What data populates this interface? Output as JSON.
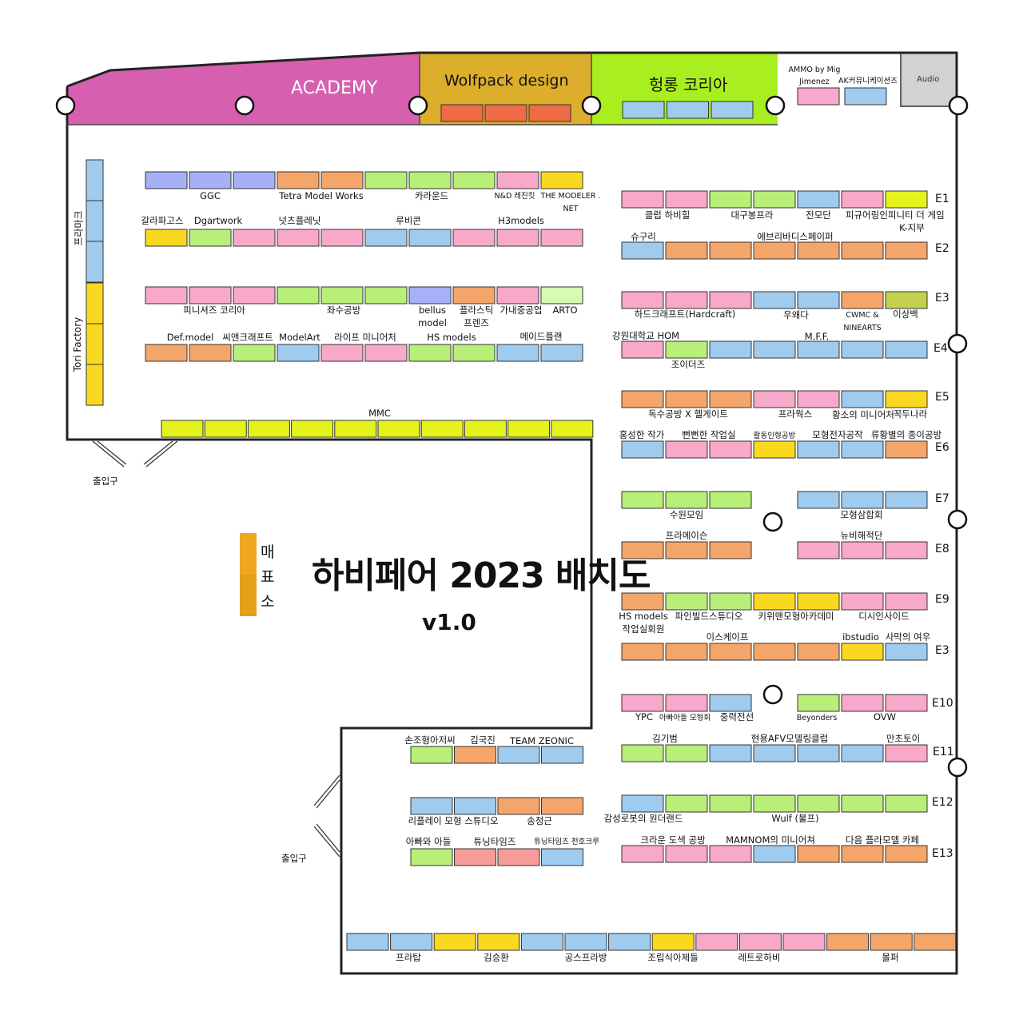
{
  "title": "하비페어 2023 배치도",
  "version": "v1.0",
  "ticket_office": [
    "매",
    "표",
    "소"
  ],
  "entrances": [
    "출입구",
    "출입구"
  ],
  "colors": {
    "blue": "#9fcbef",
    "orange": "#f4a66a",
    "pink": "#f8a8c8",
    "green": "#b8ef78",
    "yellow": "#fbd820",
    "lime": "#e5f21c",
    "periwinkle": "#a7b0f6",
    "salmon": "#f79a9a",
    "olive": "#c2d04e",
    "red": "#ee6b45",
    "pale_green": "#d6fbb0"
  },
  "top_zones": [
    {
      "name": "ACADEMY",
      "color": "#d65fb0"
    },
    {
      "name": "Wolfpack design",
      "color": "#dcae2c"
    },
    {
      "name": "헝롱 코리아",
      "color": "#a9ee1e"
    },
    {
      "name": "Audio",
      "color": "#d2d2d2"
    }
  ],
  "side_vendors": [
    "프라마크",
    "Tori Factory"
  ],
  "row_labels": [
    "E1",
    "E2",
    "E3",
    "E4",
    "E5",
    "E6",
    "E7",
    "E8",
    "E9",
    "E3",
    "E10",
    "E11",
    "E12",
    "E13"
  ],
  "labels": {
    "ammo": "AMMO by Mig",
    "jimenez": "Jimenez",
    "ak": "AK커뮤니케이션즈",
    "ggc": "GGC",
    "tetra": "Tetra Model Works",
    "karawood": "카라운드",
    "nd": "N&D 레진킷",
    "modeler": "THE MODELER .",
    "net": "NET",
    "galapagos": "갈라파고스",
    "dgartwork": "Dgartwork",
    "nuts": "넛츠플레닛",
    "rubicon": "루비콘",
    "h3": "H3models",
    "finishers": "피니셔즈 코리아",
    "jwasu": "좌수공방",
    "bellus": "bellus",
    "model": "model",
    "plastic": "플라스틱",
    "friends": "프렌즈",
    "ganae": "가내중공업",
    "arto": "ARTO",
    "defmodel": "Def.model",
    "cnc": "씨앤크래프트",
    "modelart": "ModelArt",
    "life": "라이프 미니어처",
    "hsmodels": "HS models",
    "made": "메이드플랜",
    "mmc": "MMC",
    "club": "클럽 하비힐",
    "daegu": "대구봉프라",
    "jeonmo": "전모단",
    "figure": "피규어링",
    "infinity": "인피니티 더 게임",
    "kjibu": "K-지부",
    "shugury": "슈구리",
    "ebri": "에브리바디스페이퍼",
    "hard": "하드크래프트(Hardcraft)",
    "uwaeda": "우왜다",
    "cwmc": "CWMC &",
    "ninearts": "NINEARTS",
    "isangbaek": "이상백",
    "gangwon": "강원대학교 HOM",
    "mff": "M.F.F.",
    "joiders": "조이더즈",
    "doksu": "독수공방 X 헬게이트",
    "prawoks": "프라웍스",
    "hwangso": "황소의 미니어처",
    "kkokdu": "꼭두나라",
    "hong": "홍성한 작가",
    "ppeon": "뻔뻔한 작업실",
    "hwaldong": "활동인형공방",
    "mohyeong": "모형전자공작",
    "ryu": "류황별의 종이공방",
    "suwon": "수원모임",
    "samhap": "모형삼합회",
    "pramaison": "프라메이슨",
    "newbie": "뉴비해적단",
    "hsmodels2": "HS models",
    "jakeop": "작업실회원",
    "fine": "파인빌드스튜디오",
    "kiwi": "키위맨모형아카데미",
    "design": "디시인사이드",
    "iscape": "이스케이프",
    "ibstudio": "ibstudio",
    "samak": "사막의 여우",
    "ypc": "YPC",
    "appa_group": "아빠아들 모형회",
    "jungryeok": "중력전선",
    "beyonders": "Beyonders",
    "ovw": "OVW",
    "kimgibeom": "김기범",
    "hyunyong": "현용AFV모델링클럽",
    "mancho": "만초토이",
    "gamsung": "감성로봇의 원더랜드",
    "wulf": "Wulf (불프)",
    "crown": "크라운 도색 공방",
    "mamnom": "MAMNOM의 미니어쳐",
    "daeum": "다음 플라모델 카페",
    "sonjo": "손조형아저씨",
    "kimgukjin": "김국진",
    "zeonic": "TEAM ZEONIC",
    "replay": "리플레이 모형 스튜디오",
    "songjeong": "송정근",
    "appawa": "아빠와 아들",
    "tuning": "튜닝타임즈",
    "tuning2": "튜닝타임즈 천호크루",
    "pratap": "프라탑",
    "kimseung": "김승환",
    "gongsu": "공스프라방",
    "joripsik": "조립식아제들",
    "retro": "레트로하비",
    "molpeo": "몰퍼"
  },
  "booth_rows": [
    {
      "id": "north_row1",
      "colors": [
        "periwinkle",
        "periwinkle",
        "periwinkle",
        "orange",
        "orange",
        "green",
        "green",
        "green",
        "pink",
        "yellow"
      ]
    },
    {
      "id": "north_row2",
      "colors": [
        "yellow",
        "green",
        "pink",
        "pink",
        "pink",
        "blue",
        "blue",
        "pink",
        "pink",
        "pink"
      ]
    },
    {
      "id": "north_row3",
      "colors": [
        "pink",
        "pink",
        "pink",
        "green",
        "green",
        "green",
        "periwinkle",
        "orange",
        "pink",
        "pale_green"
      ]
    },
    {
      "id": "north_row4",
      "colors": [
        "orange",
        "orange",
        "green",
        "blue",
        "pink",
        "pink",
        "green",
        "green",
        "blue",
        "blue"
      ]
    },
    {
      "id": "mmc_row",
      "colors": [
        "lime",
        "lime",
        "lime",
        "lime",
        "lime",
        "lime",
        "lime",
        "lime",
        "lime",
        "lime"
      ]
    },
    {
      "id": "E1",
      "colors": [
        "pink",
        "pink",
        "green",
        "green",
        "blue",
        "pink",
        "lime"
      ]
    },
    {
      "id": "E2",
      "colors": [
        "blue",
        "orange",
        "orange",
        "orange",
        "orange",
        "orange",
        "orange"
      ]
    },
    {
      "id": "E3a",
      "colors": [
        "pink",
        "pink",
        "pink",
        "blue",
        "blue",
        "orange",
        "olive"
      ]
    },
    {
      "id": "E4",
      "colors": [
        "pink",
        "green",
        "blue",
        "blue",
        "blue",
        "blue",
        "blue"
      ]
    },
    {
      "id": "E5",
      "colors": [
        "orange",
        "orange",
        "orange",
        "pink",
        "pink",
        "blue",
        "yellow"
      ]
    },
    {
      "id": "E6",
      "colors": [
        "blue",
        "pink",
        "pink",
        "yellow",
        "blue",
        "blue",
        "orange"
      ]
    },
    {
      "id": "E7",
      "colors": [
        "green",
        "green",
        "green",
        "",
        "blue",
        "blue",
        "blue"
      ]
    },
    {
      "id": "E8",
      "colors": [
        "orange",
        "orange",
        "orange",
        "",
        "pink",
        "pink",
        "pink"
      ]
    },
    {
      "id": "E9",
      "colors": [
        "orange",
        "green",
        "green",
        "yellow",
        "yellow",
        "pink",
        "pink"
      ]
    },
    {
      "id": "E3b",
      "colors": [
        "orange",
        "orange",
        "orange",
        "orange",
        "orange",
        "yellow",
        "blue"
      ]
    },
    {
      "id": "E10",
      "colors": [
        "pink",
        "pink",
        "blue",
        "",
        "green",
        "pink",
        "pink"
      ]
    },
    {
      "id": "E11",
      "colors": [
        "green",
        "green",
        "blue",
        "blue",
        "blue",
        "blue",
        "pink"
      ]
    },
    {
      "id": "E12",
      "colors": [
        "blue",
        "green",
        "green",
        "green",
        "green",
        "green",
        "green"
      ]
    },
    {
      "id": "E13",
      "colors": [
        "pink",
        "pink",
        "pink",
        "blue",
        "orange",
        "orange",
        "orange"
      ]
    },
    {
      "id": "south_row1",
      "colors": [
        "green",
        "orange",
        "blue",
        "blue"
      ]
    },
    {
      "id": "south_row2",
      "colors": [
        "blue",
        "blue",
        "orange",
        "orange"
      ]
    },
    {
      "id": "south_row3",
      "colors": [
        "green",
        "salmon",
        "salmon",
        "blue"
      ]
    },
    {
      "id": "bottom_row",
      "colors": [
        "blue",
        "blue",
        "yellow",
        "yellow",
        "blue",
        "blue",
        "blue",
        "yellow",
        "pink",
        "pink",
        "pink",
        "orange",
        "orange",
        "orange"
      ]
    },
    {
      "id": "wolfpack_booths",
      "colors": [
        "red",
        "red",
        "red"
      ]
    },
    {
      "id": "hyeongrong_booths",
      "colors": [
        "blue",
        "blue",
        "blue"
      ]
    },
    {
      "id": "ammo_booth",
      "colors": [
        "pink"
      ]
    },
    {
      "id": "ak_booth",
      "colors": [
        "blue"
      ]
    },
    {
      "id": "pramark_booths",
      "colors": [
        "blue",
        "blue",
        "blue"
      ]
    },
    {
      "id": "tori_booths",
      "colors": [
        "yellow",
        "yellow",
        "yellow"
      ]
    }
  ]
}
